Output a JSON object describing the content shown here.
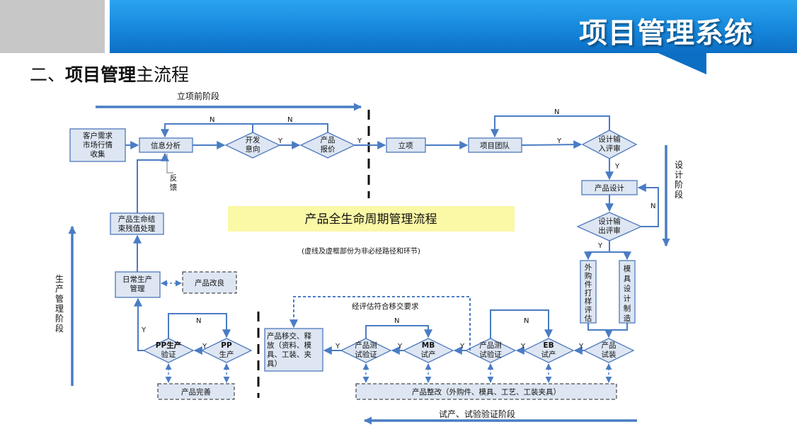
{
  "header": {
    "system_title": "项目管理系统"
  },
  "section": {
    "prefix": "二、",
    "bold": "项目管理",
    "rest": "主流程"
  },
  "phases": {
    "pre": "立项前阶段",
    "design": "设计阶段",
    "production": "生产管理阶段",
    "trial": "试产、试验验证阶段"
  },
  "center": {
    "title": "产品全生命周期管理流程",
    "note": "(虚线及虚框部份为非必经路径和环节)"
  },
  "nodes": {
    "customer": [
      "客户需求",
      "市场行情",
      "收集"
    ],
    "info": "信息分析",
    "dev": [
      "开发",
      "意向"
    ],
    "quote": [
      "产品",
      "报价"
    ],
    "feedback": [
      "反",
      "馈"
    ],
    "setup": "立项",
    "team": "项目团队",
    "design_in": [
      "设计输",
      "入评审"
    ],
    "product_design": "产品设计",
    "design_out": [
      "设计输",
      "出评审"
    ],
    "purchase": [
      "外",
      "购",
      "件",
      "打",
      "样",
      "评",
      "估"
    ],
    "mould": [
      "模",
      "具",
      "设",
      "计",
      "制",
      "造"
    ],
    "trial_assembly": [
      "产品",
      "试装"
    ],
    "eb": [
      "EB",
      "试产"
    ],
    "eb_test": [
      "产品测",
      "试验证"
    ],
    "mb": [
      "MB",
      "试产"
    ],
    "mb_test": [
      "产品测",
      "试验证"
    ],
    "transfer": [
      "产品移交、释",
      "放（资料、模",
      "具、工装、夹",
      "具）"
    ],
    "transfer_dashed": "经评估符合移交要求",
    "rectify": "产品整改（外购件、模具、工艺、工装夹具）",
    "pp_prod": [
      "PP",
      "生产"
    ],
    "pp_verify": [
      "PP生产",
      "验证"
    ],
    "perfect": "产品完善",
    "daily": [
      "日常生产",
      "管理"
    ],
    "improve": "产品改良",
    "eol": [
      "产品生命结",
      "束残值处理"
    ]
  },
  "labels": {
    "y": "Y",
    "n": "N"
  },
  "colors": {
    "arrow": "#4a7cc4",
    "line": "#4f79bc",
    "note_bg": "#fbf8a6",
    "box_fill": "#dde6f2"
  }
}
